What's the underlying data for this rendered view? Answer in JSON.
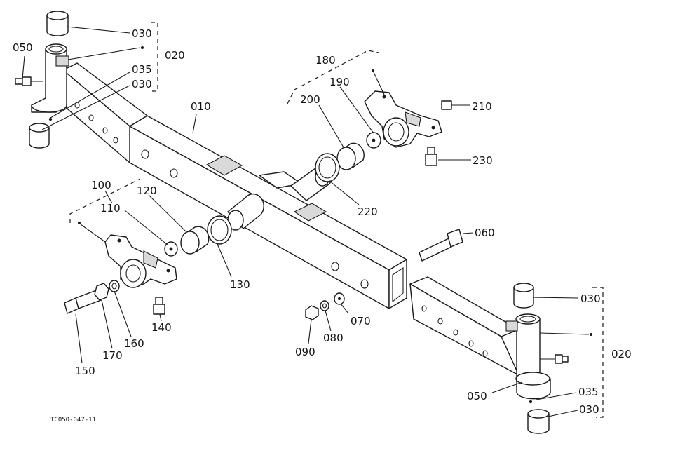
{
  "diagram_code": "TC050-047-11",
  "callouts": {
    "c030_a": "030",
    "c020_a": "020",
    "c050_a": "050",
    "c035_a": "035",
    "c030_b": "030",
    "c010": "010",
    "c180": "180",
    "c190": "190",
    "c200": "200",
    "c210": "210",
    "c230": "230",
    "c220": "220",
    "c100": "100",
    "c120": "120",
    "c110": "110",
    "c060": "060",
    "c130": "130",
    "c030_c": "030",
    "c140": "140",
    "c160": "160",
    "c170": "170",
    "c150": "150",
    "c090": "090",
    "c080": "080",
    "c070": "070",
    "c020_b": "020",
    "c050_b": "050",
    "c035_b": "035",
    "c030_d": "030"
  },
  "colors": {
    "line": "#1a1a1a",
    "background": "#ffffff"
  }
}
